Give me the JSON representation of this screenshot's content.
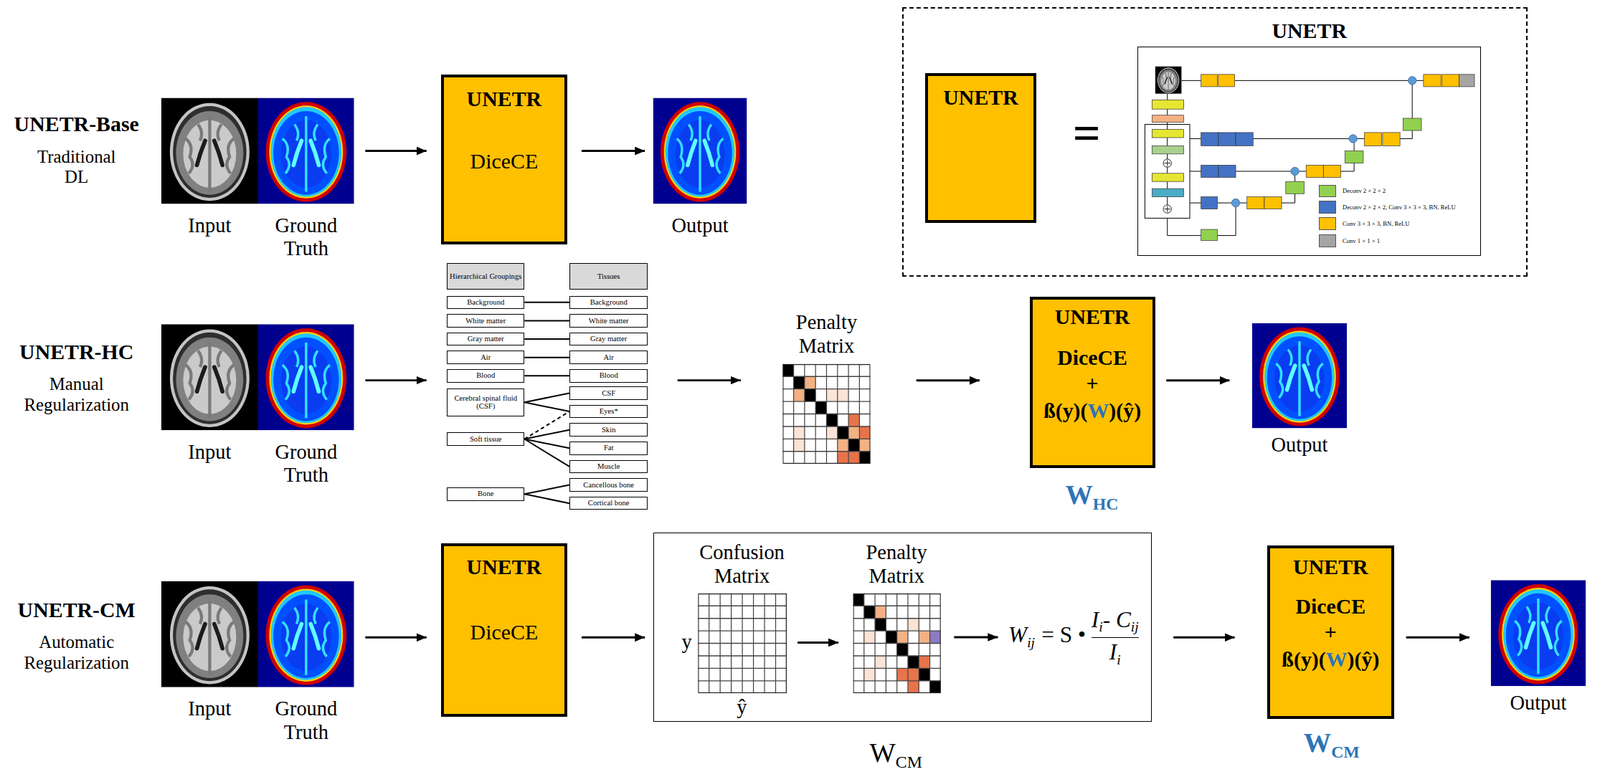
{
  "diagram": {
    "nodes": [
      {
        "text": [
          "Input"
        ]
      },
      {
        "text": [
          "Ground Truth"
        ]
      },
      {
        "text": [
          "UNETR",
          "DiceCE"
        ]
      },
      {
        "text": [
          "Output"
        ]
      },
      {
        "text": []
      },
      {
        "text": [
          "UNETR"
        ],
        "in": 4
      },
      {
        "text": [
          "UNETR"
        ],
        "in": 4
      },
      {
        "text": [
          "Input"
        ]
      },
      {
        "text": [
          "Ground Truth"
        ]
      },
      {
        "text": [
          "Hierarchical Groupings"
        ]
      },
      {
        "text": [
          "Tissues"
        ]
      },
      {
        "text": [
          "Background"
        ]
      },
      {
        "text": [
          "White matter"
        ]
      },
      {
        "text": [
          "Gray matter"
        ]
      },
      {
        "text": [
          "Air"
        ]
      },
      {
        "text": [
          "Blood"
        ]
      },
      {
        "text": [
          "Cerebral spinal fluid (CSF)"
        ]
      },
      {
        "text": [
          "Soft tissue"
        ]
      },
      {
        "text": [
          "Bone"
        ]
      },
      {
        "text": [
          "Background"
        ]
      },
      {
        "text": [
          "White matter"
        ]
      },
      {
        "text": [
          "Gray matter"
        ]
      },
      {
        "text": [
          "Air"
        ]
      },
      {
        "text": [
          "Blood"
        ]
      },
      {
        "text": [
          "CSF"
        ]
      },
      {
        "text": [
          "Eyes*"
        ]
      },
      {
        "text": [
          "Skin"
        ]
      },
      {
        "text": [
          "Fat"
        ]
      },
      {
        "text": [
          "Muscle"
        ]
      },
      {
        "text": [
          "Cancellous bone"
        ]
      },
      {
        "text": [
          "Cortical bone"
        ]
      },
      {
        "text": [
          "Penalty Matrix"
        ]
      },
      {
        "text": [
          "UNETR",
          "DiceCE",
          "+",
          "ß(y)(",
          "W",
          ")(ŷ)"
        ]
      },
      {
        "text": [
          "Output"
        ]
      },
      {
        "text": [
          "Input"
        ]
      },
      {
        "text": [
          "Ground Truth"
        ]
      },
      {
        "text": [
          "UNETR",
          "DiceCE"
        ]
      },
      {
        "text": []
      },
      {
        "text": [
          "Confusion Matrix"
        ],
        "in": 37
      },
      {
        "text": [
          "Penalty Matrix"
        ],
        "in": 37
      },
      {
        "text": [
          "UNETR",
          "DiceCE",
          "+",
          "ß(y)(",
          "W",
          ")(ŷ)"
        ]
      },
      {
        "text": [
          "Output"
        ]
      }
    ],
    "edges": [
      {
        "from": 1,
        "to": 2,
        "arrow": "to"
      },
      {
        "from": 2,
        "to": 3,
        "arrow": "to"
      },
      {
        "from": 11,
        "to": 19,
        "arrow": "none"
      },
      {
        "from": 12,
        "to": 20,
        "arrow": "none"
      },
      {
        "from": 13,
        "to": 21,
        "arrow": "none"
      },
      {
        "from": 14,
        "to": 22,
        "arrow": "none"
      },
      {
        "from": 15,
        "to": 23,
        "arrow": "none"
      },
      {
        "from": 16,
        "to": 24,
        "arrow": "none"
      },
      {
        "from": 16,
        "to": 25,
        "arrow": "none"
      },
      {
        "from": 17,
        "to": 25,
        "arrow": "none"
      },
      {
        "from": 17,
        "to": 26,
        "arrow": "none"
      },
      {
        "from": 17,
        "to": 27,
        "arrow": "none"
      },
      {
        "from": 17,
        "to": 28,
        "arrow": "none"
      },
      {
        "from": 18,
        "to": 29,
        "arrow": "none"
      },
      {
        "from": 18,
        "to": 30,
        "arrow": "none"
      },
      {
        "from": 31,
        "to": 32,
        "arrow": "to"
      },
      {
        "from": 32,
        "to": 33,
        "arrow": "to"
      },
      {
        "from": 35,
        "to": 36,
        "arrow": "to"
      },
      {
        "from": 36,
        "to": 37,
        "arrow": "to"
      },
      {
        "from": 38,
        "to": 39,
        "arrow": "to"
      },
      {
        "from": 37,
        "to": 40,
        "arrow": "to"
      },
      {
        "from": 40,
        "to": 41,
        "arrow": "to"
      }
    ],
    "labels": [
      "UNETR-Base",
      "Traditional DL",
      "UNETR-HC",
      "Manual Regularization",
      "UNETR-CM",
      "Automatic Regularization",
      "=",
      "W",
      "HC",
      "y",
      "ŷ",
      "W",
      "ij",
      "= S •",
      "I",
      "i",
      "- C",
      "ij",
      "I",
      "i",
      "W",
      "CM",
      "W",
      "CM"
    ],
    "legend": [
      {
        "text": "Deconv 2 × 2 × 2",
        "color": "#92d050"
      },
      {
        "text": "Deconv 2 × 2 × 2, Conv 3 × 3 × 3, BN, ReLU",
        "color": "#4472c4"
      },
      {
        "text": "Conv 3 × 3 × 3, BN, ReLU",
        "color": "#ffc000"
      },
      {
        "text": "Conv 1 × 1 × 1",
        "color": "#a5a5a5"
      }
    ]
  }
}
